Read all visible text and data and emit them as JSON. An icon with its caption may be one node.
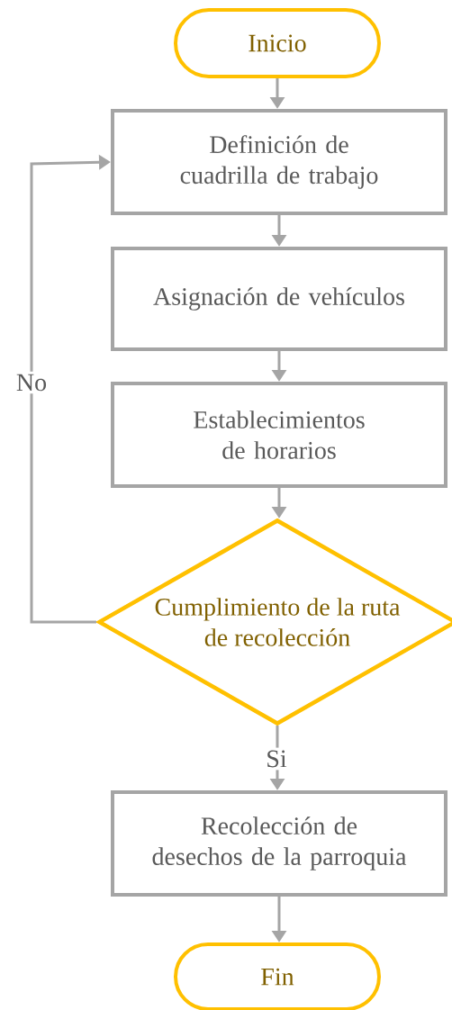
{
  "diagram": {
    "nodes": [
      {
        "text": [
          "Inicio"
        ]
      },
      {
        "text": [
          "Definición de cuadrilla de trabajo"
        ]
      },
      {
        "text": [
          "Asignación de vehículos"
        ]
      },
      {
        "text": [
          "Establecimientos de horarios"
        ]
      },
      {
        "text": [
          "Cumplimiento de la ruta de recolección"
        ]
      },
      {
        "text": [
          "Recolección de desechos de la parroquia"
        ]
      },
      {
        "text": [
          "Fin"
        ]
      }
    ],
    "edges": [
      {
        "from": 0,
        "to": 1,
        "arrow": "to"
      },
      {
        "from": 1,
        "to": 2,
        "arrow": "to"
      },
      {
        "from": 2,
        "to": 3,
        "arrow": "to"
      },
      {
        "from": 3,
        "to": 4,
        "arrow": "to"
      },
      {
        "from": 4,
        "to": 5,
        "arrow": "to",
        "label": "Si"
      },
      {
        "from": 4,
        "to": 1,
        "arrow": "to",
        "label": "No"
      },
      {
        "from": 5,
        "to": 6,
        "arrow": "to"
      }
    ]
  }
}
